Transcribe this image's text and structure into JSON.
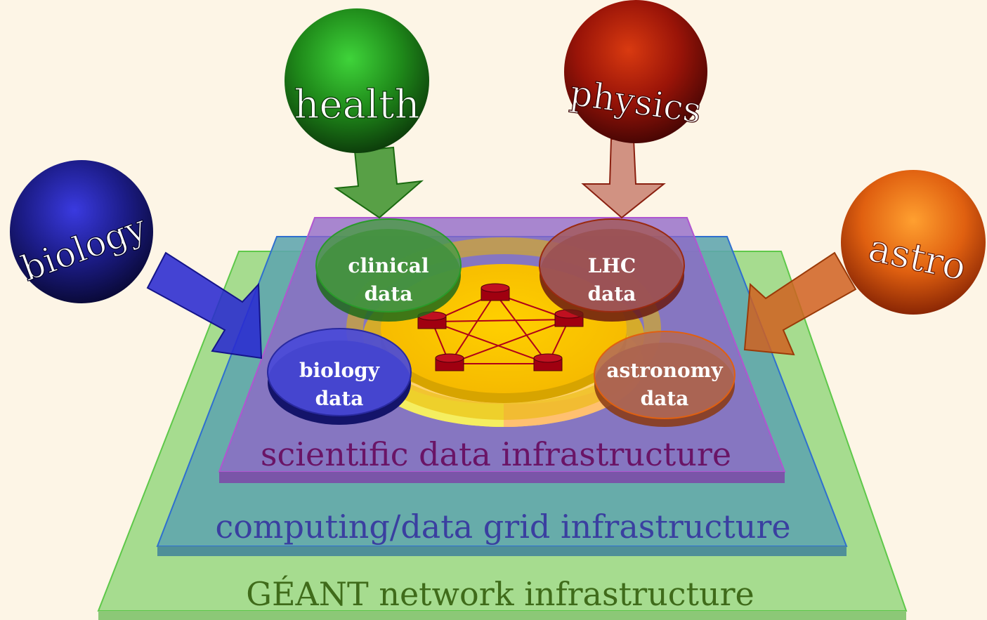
{
  "layers": {
    "network": {
      "label": "GÉANT network infrastructure",
      "color": "#3f6b1a"
    },
    "grid": {
      "label": "computing/data grid infrastructure",
      "color": "#3a3fa0"
    },
    "scientific": {
      "label": "scientific data infrastructure",
      "color": "#6a1466"
    }
  },
  "domains": {
    "health": "health",
    "physics": "physics",
    "biology": "biology",
    "astro": "astro"
  },
  "data_discs": {
    "clinical": {
      "line1": "clinical",
      "line2": "data"
    },
    "lhc": {
      "line1": "LHC",
      "line2": "data"
    },
    "biology": {
      "line1": "biology",
      "line2": "data"
    },
    "astronomy": {
      "line1": "astronomy",
      "line2": "data"
    }
  },
  "colors": {
    "health": "#2e8b1e",
    "physics": "#a0140c",
    "biology": "#1a1a80",
    "astro": "#e05a10",
    "background": "#fdf5e6"
  }
}
